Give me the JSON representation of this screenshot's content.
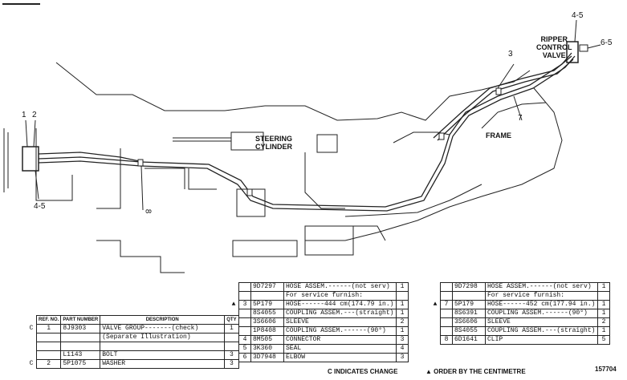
{
  "diagram": {
    "labels": {
      "ripper_control_valve": [
        "RIPPER",
        "CONTROL",
        "VALVE"
      ],
      "steering_cylinder": [
        "STEERING",
        "CYLINDER"
      ],
      "frame": "FRAME"
    },
    "callouts": {
      "n1": "1",
      "n2": "2",
      "n3": "3",
      "n4_5_left": "4-5",
      "n4_5_top": "4-5",
      "n6_5": "6-5",
      "n7": "7",
      "n8": "8"
    }
  },
  "table_left": {
    "headers": {
      "ref_no": "REF. NO.",
      "part_number": "PART NUMBER",
      "description": "DESCRIPTION",
      "qty": "QTY"
    },
    "rows": [
      {
        "mark": "C",
        "ref": "1",
        "part": "8J9303",
        "desc": "VALVE GROUP-------(check)",
        "qty": "1"
      },
      {
        "mark": "",
        "ref": "",
        "part": "",
        "desc": "(Separate Illustration)",
        "qty": ""
      },
      {
        "mark": "",
        "ref": "",
        "part": "",
        "desc": "",
        "qty": ""
      },
      {
        "mark": "",
        "ref": "",
        "part": "L1143",
        "desc": "BOLT",
        "qty": "3"
      },
      {
        "mark": "C",
        "ref": "2",
        "part": "5P1075",
        "desc": "WASHER",
        "qty": "3"
      }
    ]
  },
  "table_middle": {
    "rows": [
      {
        "mark": "",
        "ref": "",
        "part": "9D7297",
        "desc": "HOSE ASSEM.------(not serv)",
        "qty": "1"
      },
      {
        "mark": "",
        "ref": "",
        "part": "",
        "desc": "For service furnish:",
        "qty": ""
      },
      {
        "mark": "▲",
        "ref": "3",
        "part": "5P179",
        "desc": "HOSE------444 cm(174.79 in.)",
        "qty": "1"
      },
      {
        "mark": "",
        "ref": "",
        "part": "8S4055",
        "desc": "COUPLING ASSEM.---(straight)",
        "qty": "1"
      },
      {
        "mark": "",
        "ref": "",
        "part": "3S6606",
        "desc": "SLEEVE",
        "qty": "2"
      },
      {
        "mark": "",
        "ref": "",
        "part": "1P8408",
        "desc": "COUPLING ASSEM.------(90°)",
        "qty": "1"
      },
      {
        "mark": "",
        "ref": "4",
        "part": "8M505",
        "desc": "CONNECTOR",
        "qty": "3"
      },
      {
        "mark": "",
        "ref": "5",
        "part": "3K360",
        "desc": "SEAL",
        "qty": "4"
      },
      {
        "mark": "",
        "ref": "6",
        "part": "3D7948",
        "desc": "ELBOW",
        "qty": "3"
      }
    ]
  },
  "table_right": {
    "rows": [
      {
        "mark": "",
        "ref": "",
        "part": "9D7298",
        "desc": "HOSE ASSEM.------(not serv)",
        "qty": "1"
      },
      {
        "mark": "",
        "ref": "",
        "part": "",
        "desc": "For service furnish:",
        "qty": ""
      },
      {
        "mark": "▲",
        "ref": "7",
        "part": "5P179",
        "desc": "HOSE------452 cm(177.94 in.)",
        "qty": "1"
      },
      {
        "mark": "",
        "ref": "",
        "part": "8S6391",
        "desc": "COUPLING ASSEM.------(90°)",
        "qty": "1"
      },
      {
        "mark": "",
        "ref": "",
        "part": "3S6606",
        "desc": "SLEEVE",
        "qty": "2"
      },
      {
        "mark": "",
        "ref": "",
        "part": "8S4055",
        "desc": "COUPLING ASSEM.---(straight)",
        "qty": "1"
      },
      {
        "mark": "",
        "ref": "8",
        "part": "6D1641",
        "desc": "CLIP",
        "qty": "5"
      }
    ]
  },
  "footer": {
    "change_note": "C INDICATES CHANGE",
    "order_note": "▲ ORDER BY THE CENTIMETRE",
    "illustration_no": "157704"
  }
}
